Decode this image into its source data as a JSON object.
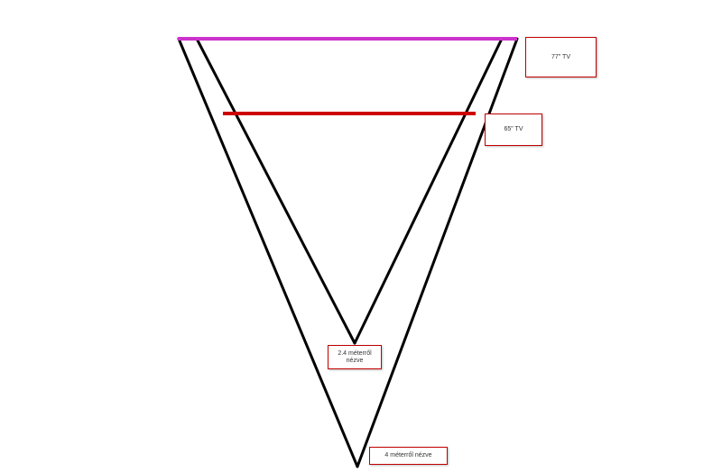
{
  "labels": {
    "tv77": "77\" TV",
    "tv65": "65\" TV",
    "view24_line1": "2.4 méterről",
    "view24_line2": "nézve",
    "view4": "4 méterről nézve"
  },
  "colors": {
    "tv77_line": "#cc33cc",
    "tv65_line": "#cc0000",
    "sight_lines": "#000000",
    "box_border": "#c00000"
  }
}
